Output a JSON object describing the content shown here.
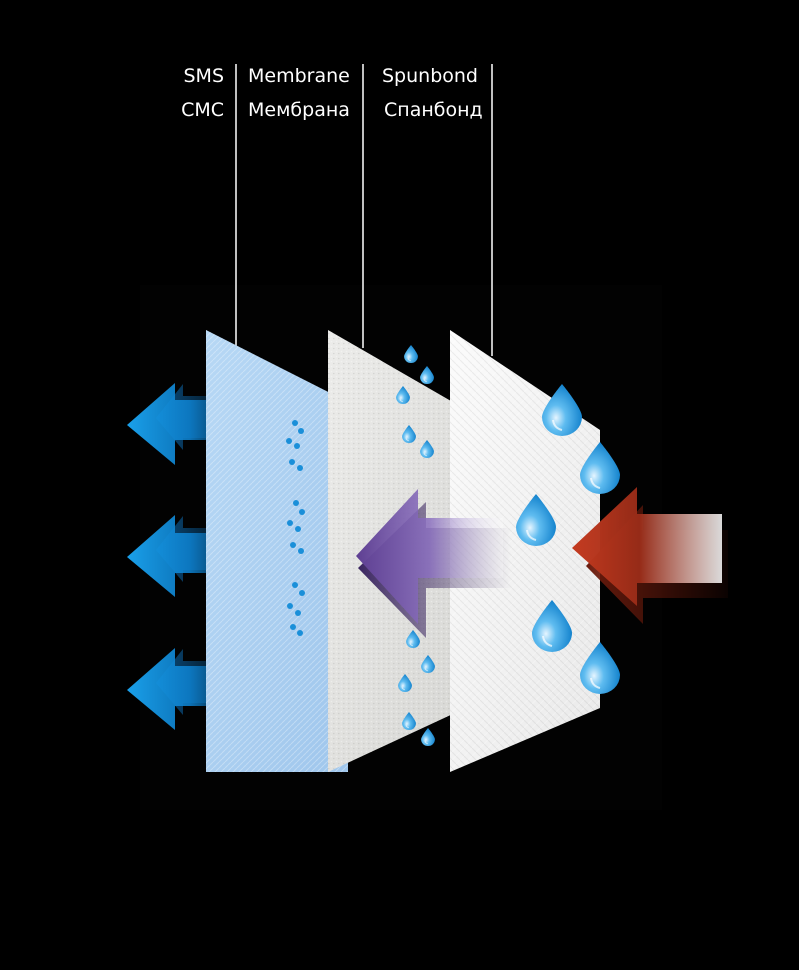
{
  "layers": [
    {
      "key": "sms",
      "name_en": "SMS",
      "name_ru": "СМС",
      "color": "#a9cdf0"
    },
    {
      "key": "membrane",
      "name_en": "Membrane",
      "name_ru": "Мембрана",
      "color": "#e4e4e2"
    },
    {
      "key": "spunbond",
      "name_en": "Spunbond",
      "name_ru": "Спанбонд",
      "color": "#f4f4f4"
    }
  ],
  "colors": {
    "background": "#000000",
    "inner_panel": "#020202",
    "outflow_arrows": "#0d7fcc",
    "inflow_arrow": "#b2331c",
    "membrane_arrow": "#6a4b9b",
    "water_drop": "#1a8fd9"
  },
  "icons": [
    "arrow-left-icon",
    "water-drop-icon"
  ]
}
